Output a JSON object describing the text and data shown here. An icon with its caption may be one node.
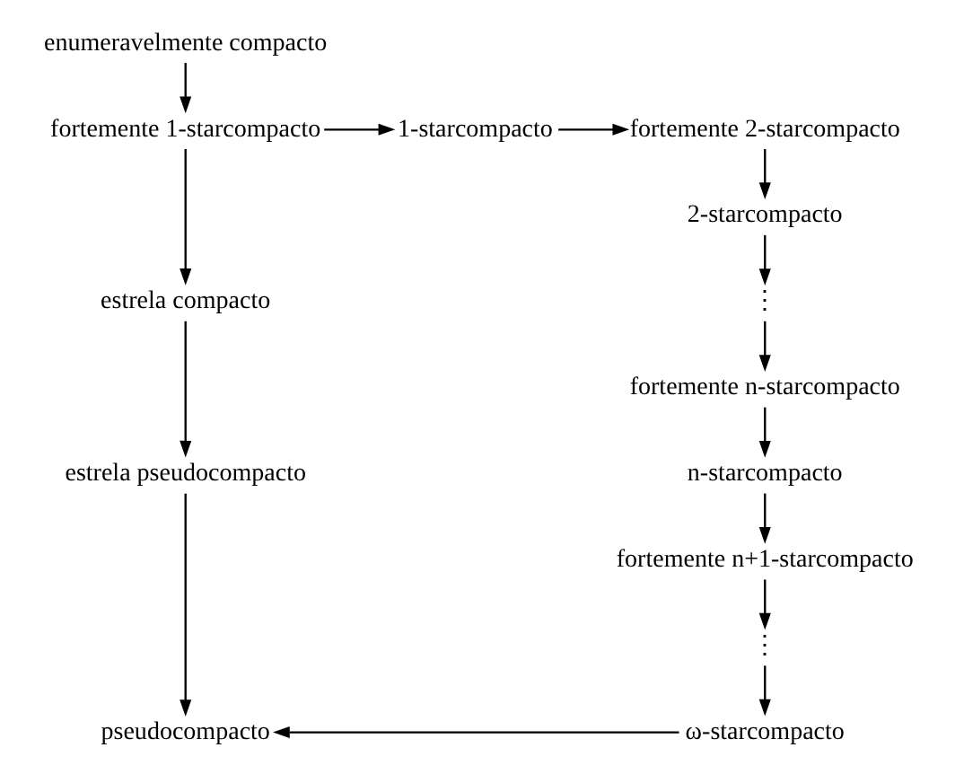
{
  "diagram": {
    "nodes": [
      {
        "text": [
          "enumeravelmente compacto"
        ]
      },
      {
        "text": [
          "fortemente 1-starcompacto"
        ]
      },
      {
        "text": [
          "1-starcompacto"
        ]
      },
      {
        "text": [
          "fortemente 2-starcompacto"
        ]
      },
      {
        "text": [
          "2-starcompacto"
        ]
      },
      {
        "text": [
          "⋮"
        ]
      },
      {
        "text": [
          "fortemente n-starcompacto"
        ]
      },
      {
        "text": [
          "n-starcompacto"
        ]
      },
      {
        "text": [
          "fortemente n+1-starcompacto"
        ]
      },
      {
        "text": [
          "⋮"
        ]
      },
      {
        "text": [
          "ω-starcompacto"
        ]
      },
      {
        "text": [
          "estrela compacto"
        ]
      },
      {
        "text": [
          "estrela pseudocompacto"
        ]
      },
      {
        "text": [
          "pseudocompacto"
        ]
      }
    ],
    "edges": [
      {
        "from": 0,
        "to": 1,
        "arrow": "to"
      },
      {
        "from": 1,
        "to": 2,
        "arrow": "to"
      },
      {
        "from": 2,
        "to": 3,
        "arrow": "to"
      },
      {
        "from": 3,
        "to": 4,
        "arrow": "to"
      },
      {
        "from": 4,
        "to": 5,
        "arrow": "to"
      },
      {
        "from": 5,
        "to": 6,
        "arrow": "to"
      },
      {
        "from": 6,
        "to": 7,
        "arrow": "to"
      },
      {
        "from": 7,
        "to": 8,
        "arrow": "to"
      },
      {
        "from": 8,
        "to": 9,
        "arrow": "to"
      },
      {
        "from": 9,
        "to": 10,
        "arrow": "to"
      },
      {
        "from": 1,
        "to": 11,
        "arrow": "to"
      },
      {
        "from": 11,
        "to": 12,
        "arrow": "to"
      },
      {
        "from": 12,
        "to": 13,
        "arrow": "to"
      },
      {
        "from": 10,
        "to": 13,
        "arrow": "to"
      }
    ]
  }
}
